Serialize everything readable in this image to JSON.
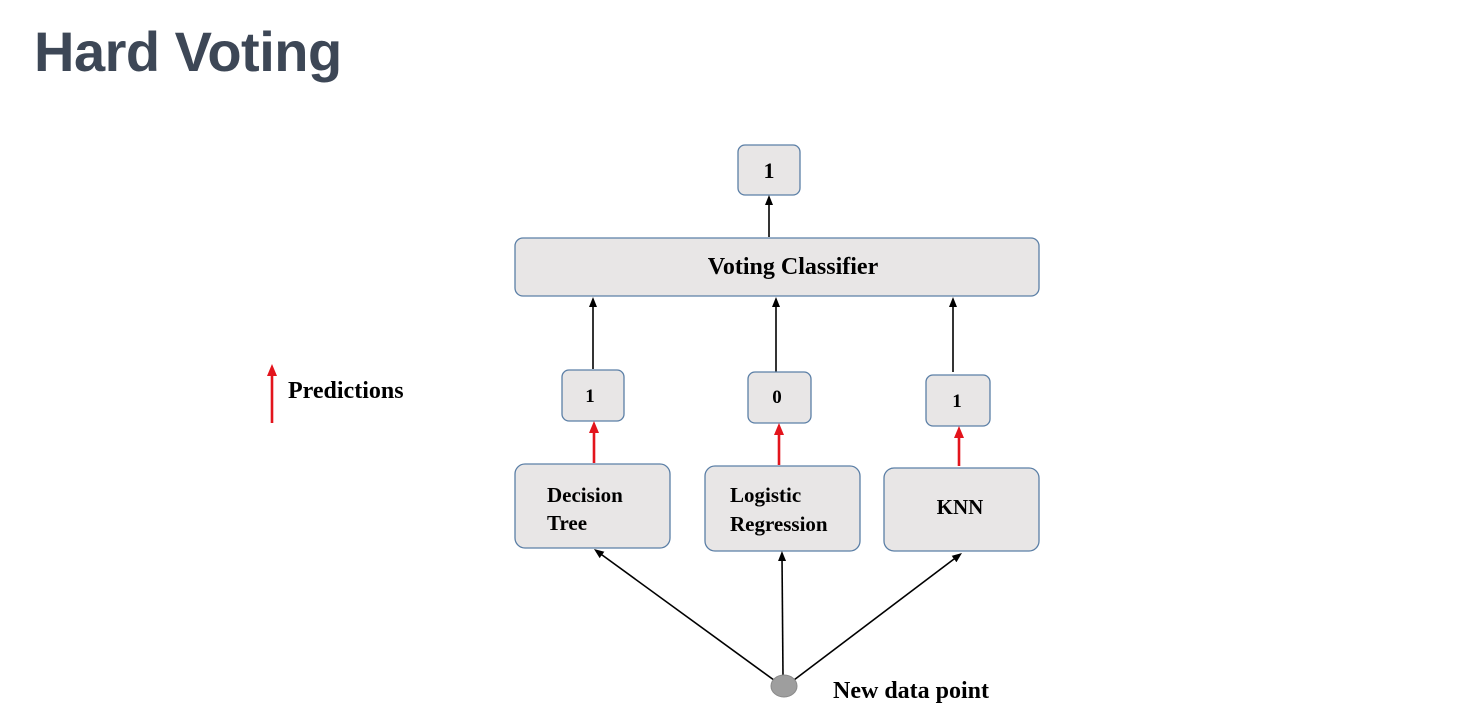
{
  "title": "Hard Voting",
  "final_prediction": "1",
  "voting_classifier": "Voting Classifier",
  "legend": {
    "label": "Predictions"
  },
  "models": [
    {
      "line1": "Decision",
      "line2": "Tree",
      "prediction": "1"
    },
    {
      "line1": "Logistic",
      "line2": "Regression",
      "prediction": "0"
    },
    {
      "line1": "KNN",
      "line2": "",
      "prediction": "1"
    }
  ],
  "input_label": "New data point",
  "colors": {
    "title": "#3d4756",
    "box_fill": "#e8e6e6",
    "box_stroke": "#5b7fa6",
    "prediction_arrow": "#e3141c",
    "data_point": "#9e9e9e"
  }
}
